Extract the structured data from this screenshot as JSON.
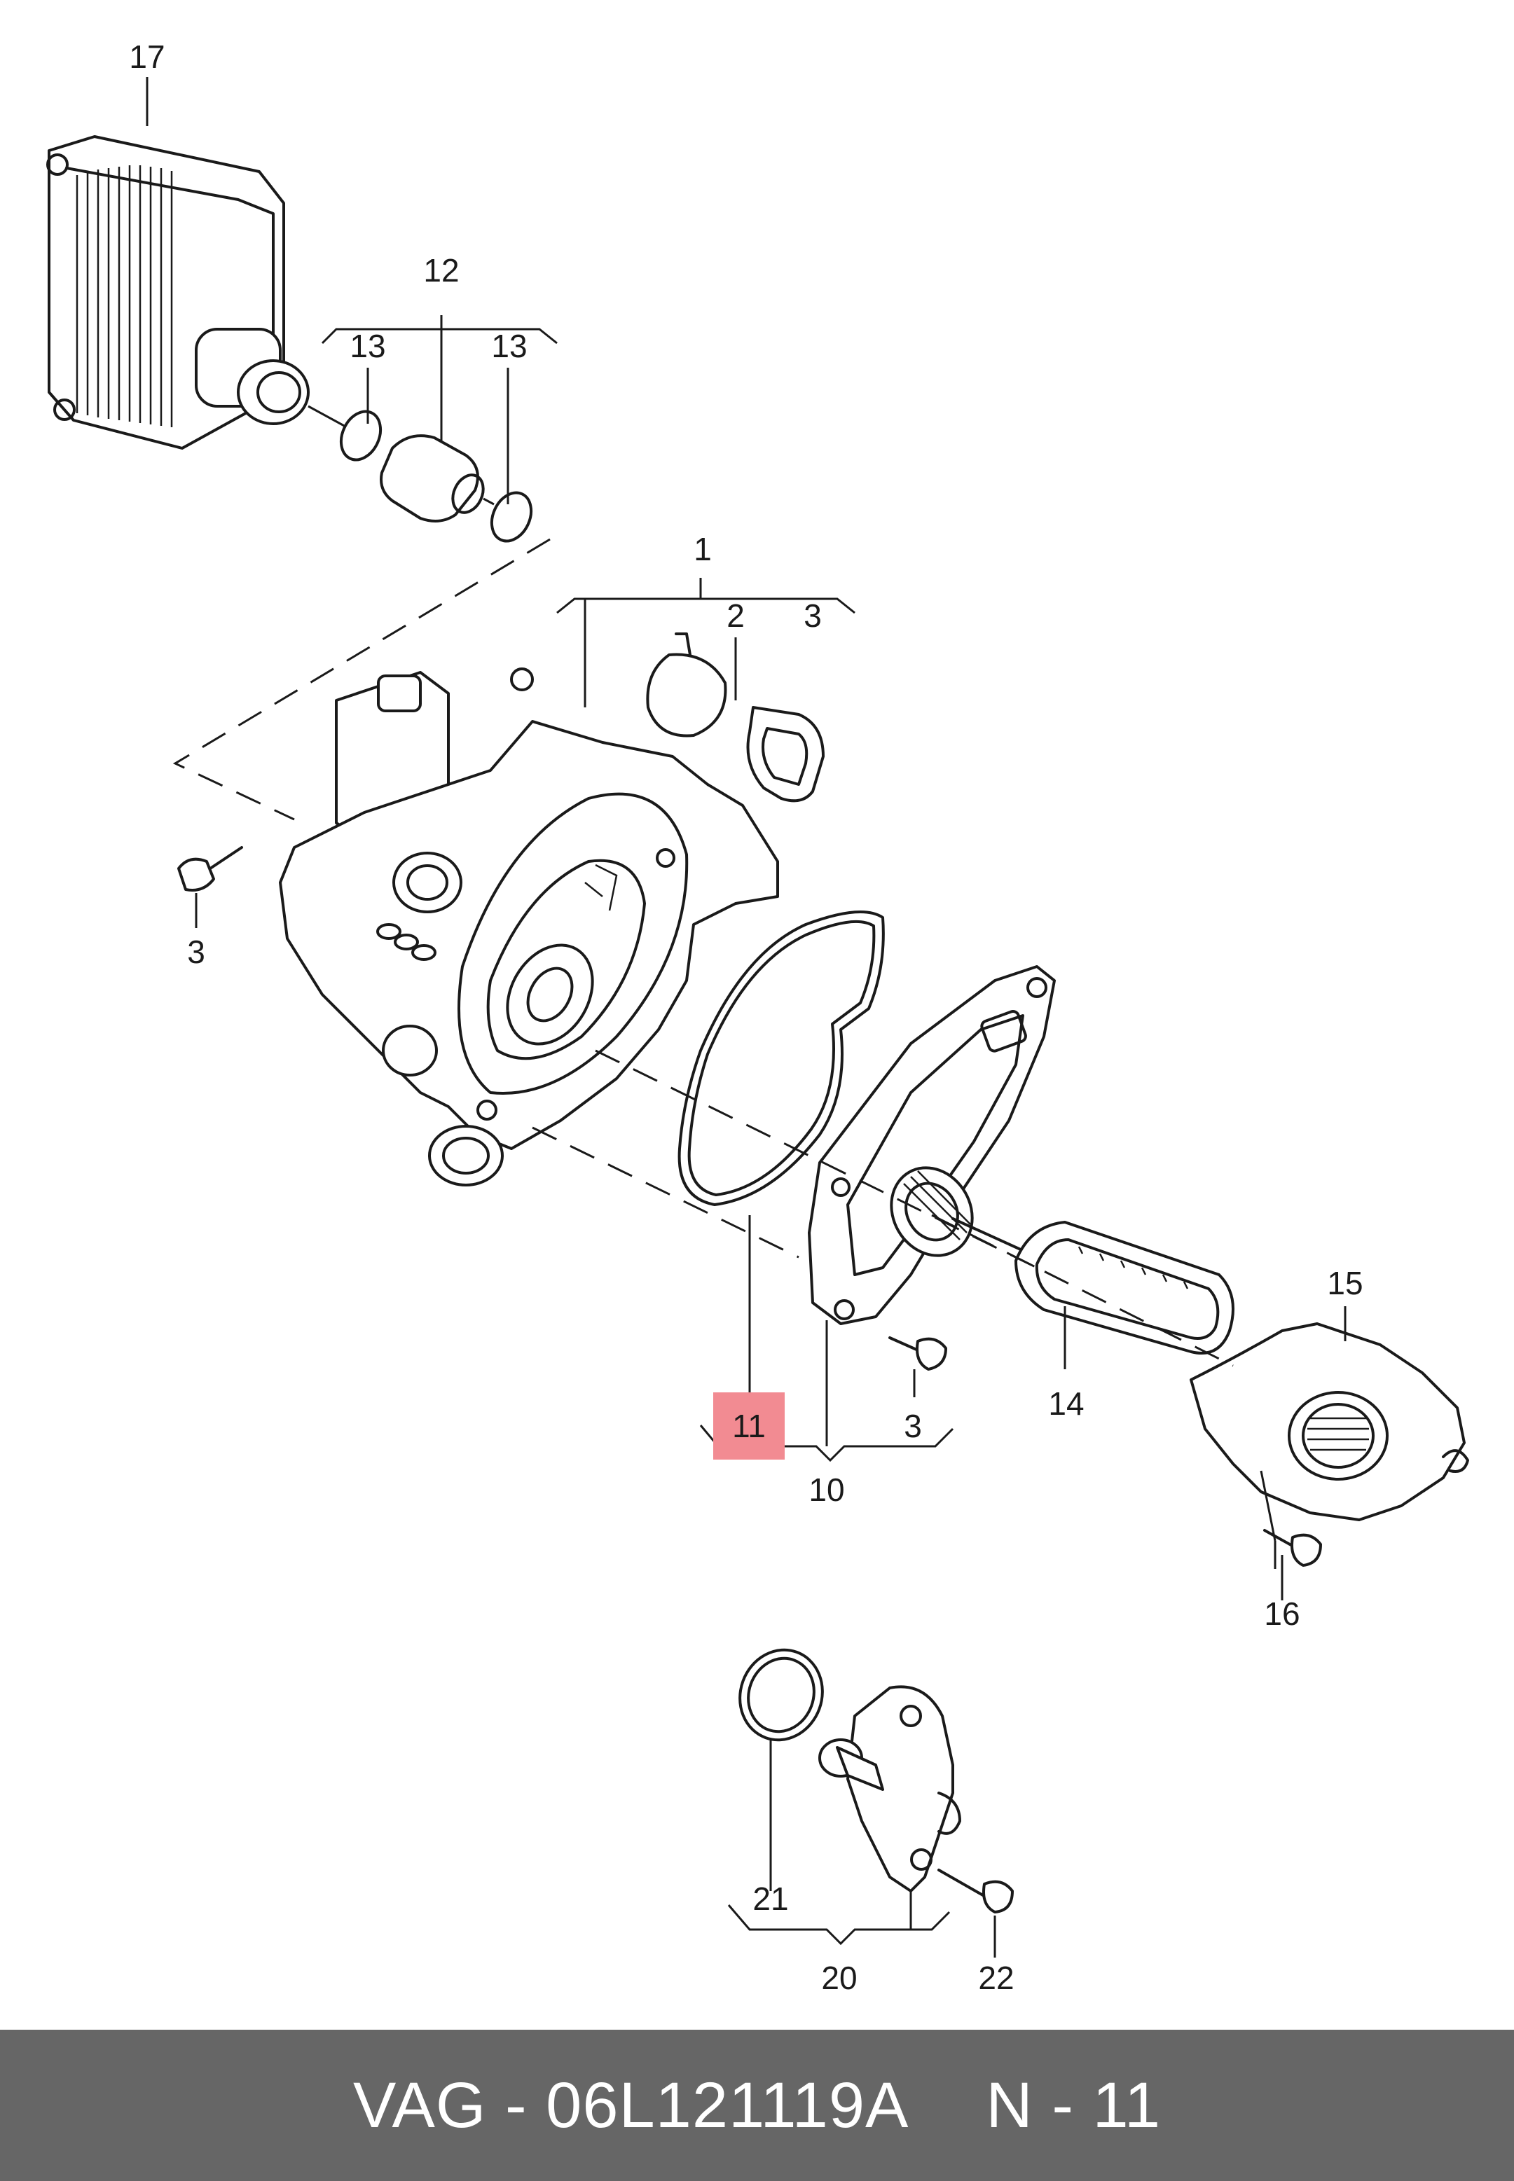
{
  "labels": {
    "p17": "17",
    "p12": "12",
    "p13a": "13",
    "p13b": "13",
    "p1": "1",
    "p2": "2",
    "p3a": "3",
    "p3b": "3",
    "p3c": "3",
    "p11": "11",
    "p10": "10",
    "p14": "14",
    "p15": "15",
    "p16": "16",
    "p21": "21",
    "p20": "20",
    "p22": "22"
  },
  "highlight_color": "#f28b92",
  "footer": {
    "part_number": "VAG - 06L121119A",
    "position": "N - 11",
    "background": "#666666"
  }
}
